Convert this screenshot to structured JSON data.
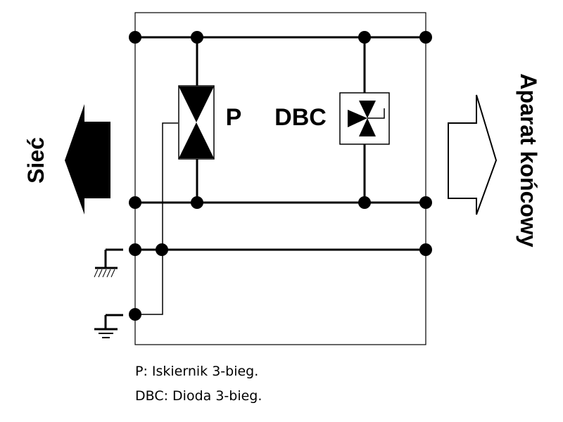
{
  "labels": {
    "network": "Sieć",
    "device": "Aparat końcowy",
    "spark_gap": "P",
    "diode": "DBC"
  },
  "legend": [
    "P: Iskiernik 3-bieg.",
    "DBC: Dioda 3-bieg."
  ],
  "colors": {
    "line": "#000000",
    "background": "#ffffff"
  }
}
